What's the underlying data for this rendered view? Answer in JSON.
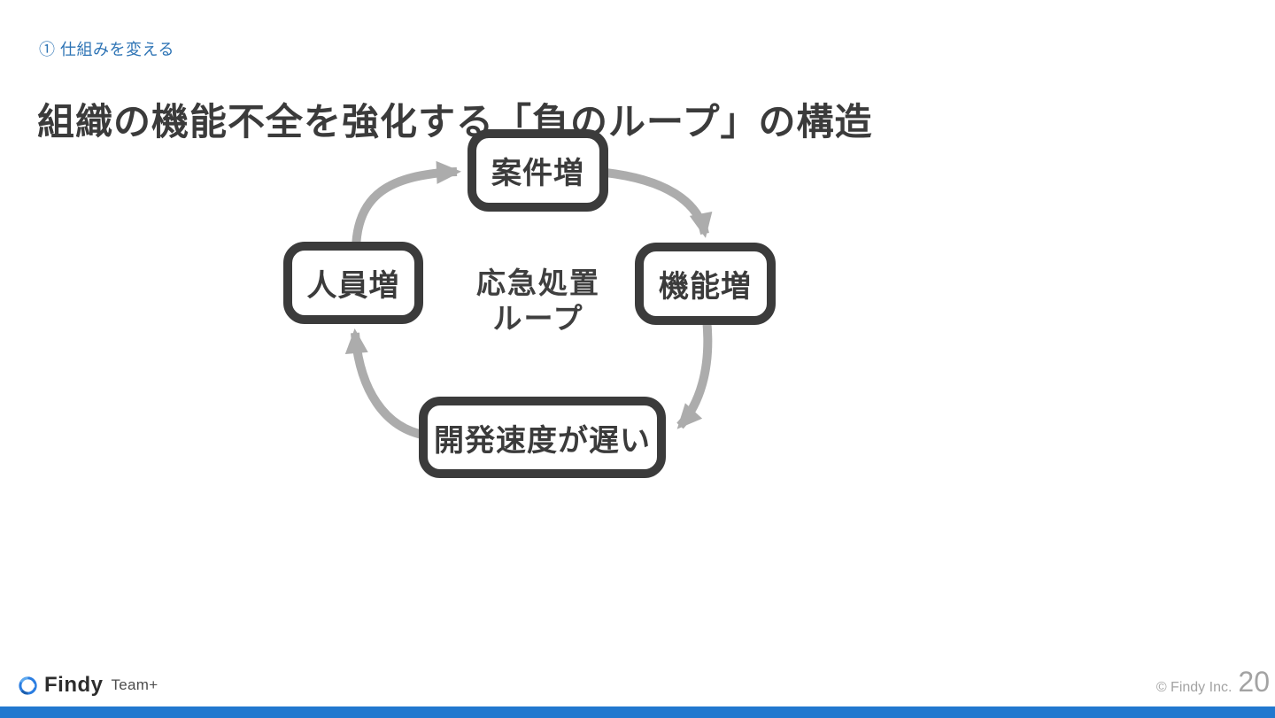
{
  "slide": {
    "section_tag": "① 仕組みを変える",
    "title": "組織の機能不全を強化する「負のループ」の構造"
  },
  "diagram": {
    "type": "cycle",
    "center_label": [
      "応急処置",
      "ループ"
    ],
    "nodes": [
      {
        "position": "top",
        "label": "案件増"
      },
      {
        "position": "right",
        "label": "機能増"
      },
      {
        "position": "bottom",
        "label": "開発速度が遅い"
      },
      {
        "position": "left",
        "label": "人員増"
      }
    ],
    "flow_order": [
      "人員増",
      "案件増",
      "機能増",
      "開発速度が遅い"
    ],
    "colors": {
      "node_border": "#3b3b3b",
      "node_text": "#3b3b3b",
      "arrow": "#acacac"
    }
  },
  "footer": {
    "logo_primary": "Findy",
    "logo_secondary": "Team+",
    "copyright": "© Findy Inc.",
    "page_number": "20"
  },
  "colors": {
    "accent_blue": "#2e74b5",
    "bottom_bar": "#2178cf",
    "title_text": "#3b3b3b",
    "footer_gray": "#a3a3a3"
  }
}
